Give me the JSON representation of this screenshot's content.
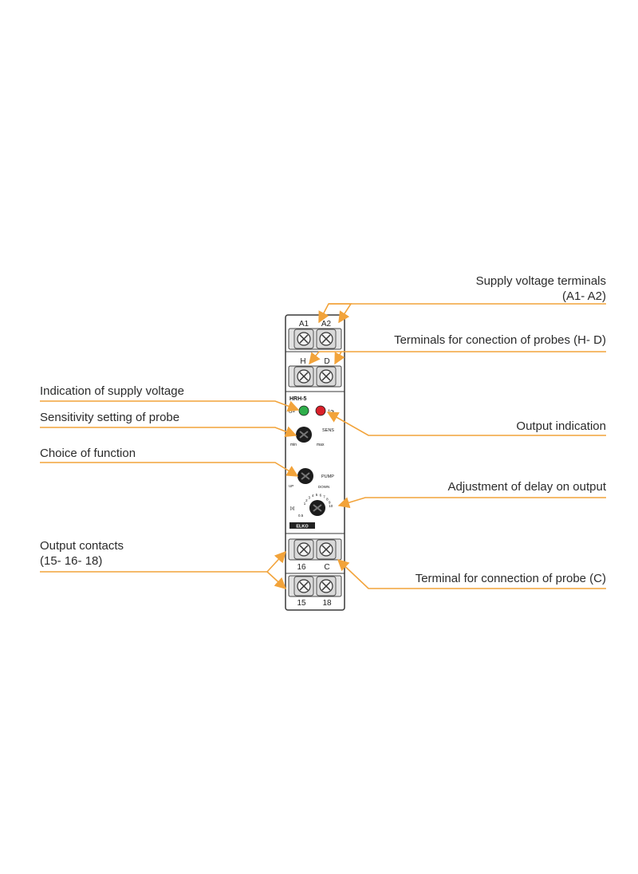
{
  "colors": {
    "arrow": "#f2a33a",
    "outline": "#3a3a3a",
    "led_green": "#2fae4b",
    "led_red": "#d9202a",
    "text": "#2b2b2b"
  },
  "labels": {
    "supply_voltage_terminals": "Supply voltage terminals",
    "supply_voltage_terminals_sub": "(A1- A2)",
    "probe_terminals": "Terminals for conection of probes (H- D)",
    "indication_supply": "Indication of supply voltage",
    "sensitivity_setting": "Sensitivity setting of probe",
    "output_indication": "Output indication",
    "choice_function": "Choice of function",
    "delay_adjustment": "Adjustment of delay on output",
    "output_contacts": "Output contacts",
    "output_contacts_sub": "(15- 16- 18)",
    "probe_c_terminal": "Terminal for connection of probe (C)"
  },
  "device": {
    "model": "HRH-5",
    "terminals_top_1": [
      "A1",
      "A2"
    ],
    "terminals_top_2": [
      "H",
      "D"
    ],
    "terminals_bottom_1": [
      "16",
      "C"
    ],
    "terminals_bottom_2": [
      "15",
      "18"
    ],
    "led_supply": "U=",
    "led_output": "1↷",
    "sens_label": "SENS",
    "sens_min": "min",
    "sens_max": "max",
    "func_label": "PUMP",
    "func_up": "UP",
    "func_down": "DOWN",
    "delay_scale": [
      "1",
      "2",
      "3",
      "4",
      "5",
      "6",
      "7",
      "8",
      "9",
      "10"
    ],
    "delay_unit": "[s]",
    "delay_min": "0.5",
    "brand": "ELKO"
  }
}
